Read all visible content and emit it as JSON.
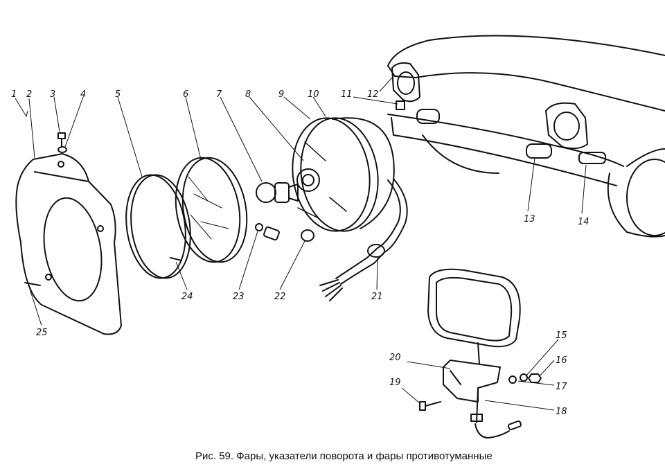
{
  "caption": "Рис. 59. Фары, указатели поворота и фары противотуманные",
  "callouts": [
    "1",
    "2",
    "3",
    "4",
    "5",
    "6",
    "7",
    "8",
    "9",
    "10",
    "11",
    "12",
    "13",
    "14",
    "15",
    "16",
    "17",
    "18",
    "19",
    "20",
    "21",
    "22",
    "23",
    "24",
    "25"
  ],
  "colors": {
    "ink": "#111111",
    "paper": "#ffffff"
  }
}
